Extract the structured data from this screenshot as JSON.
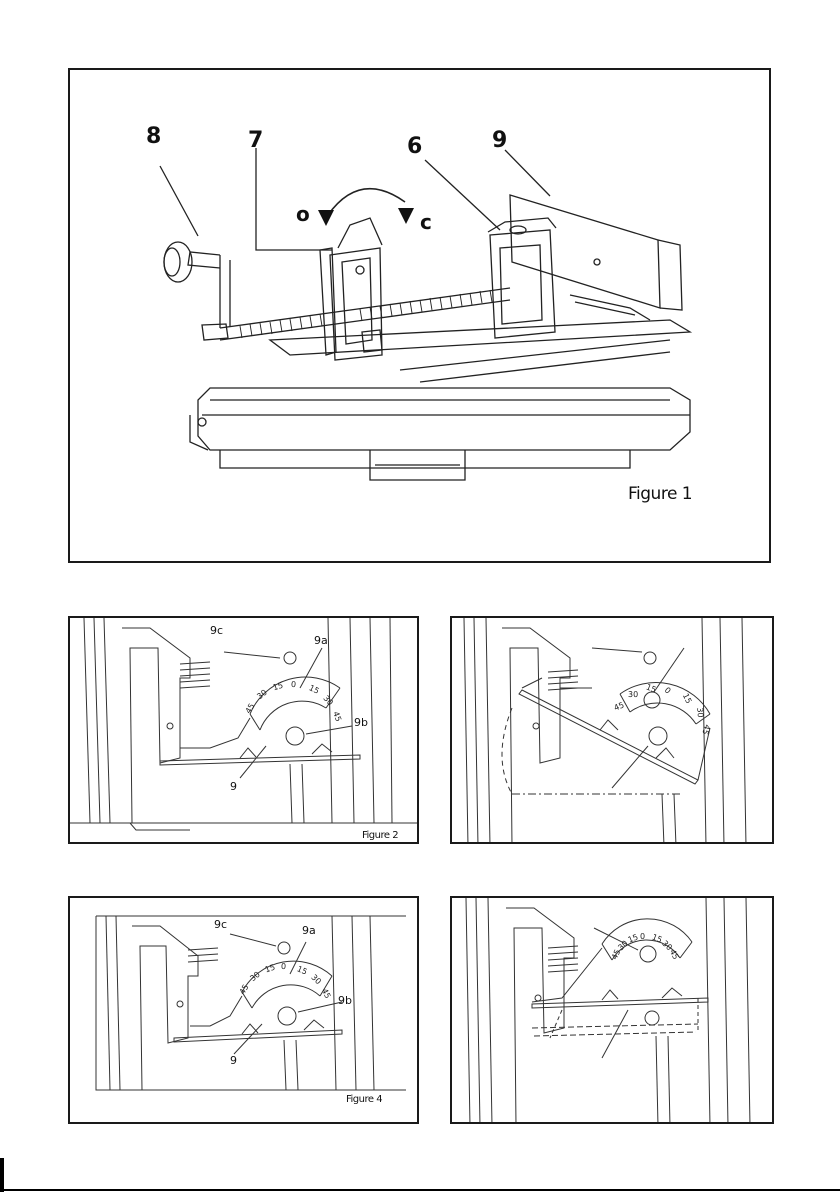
{
  "figure1": {
    "callouts": {
      "c8": "8",
      "c7": "7",
      "c6": "6",
      "c9": "9"
    },
    "dir_open": "o",
    "dir_close": "c",
    "caption": "Figure 1"
  },
  "figure2": {
    "labels": {
      "l9c": "9c",
      "l9a": "9a",
      "l9b": "9b",
      "l9": "9"
    },
    "scale": [
      "45",
      "30",
      "15",
      "0",
      "15",
      "30",
      "45"
    ],
    "caption": "Figure 2"
  },
  "figure3": {
    "scale": [
      "45",
      "30",
      "15",
      "0",
      "15",
      "30",
      "45"
    ]
  },
  "figure4": {
    "labels": {
      "l9c": "9c",
      "l9a": "9a",
      "l9b": "9b",
      "l9": "9"
    },
    "scale": [
      "45",
      "30",
      "15",
      "0",
      "15",
      "30",
      "45"
    ],
    "caption": "Figure 4"
  },
  "figure5": {
    "scale": [
      "45",
      "30",
      "15",
      "0",
      "15",
      "30",
      "45"
    ]
  }
}
